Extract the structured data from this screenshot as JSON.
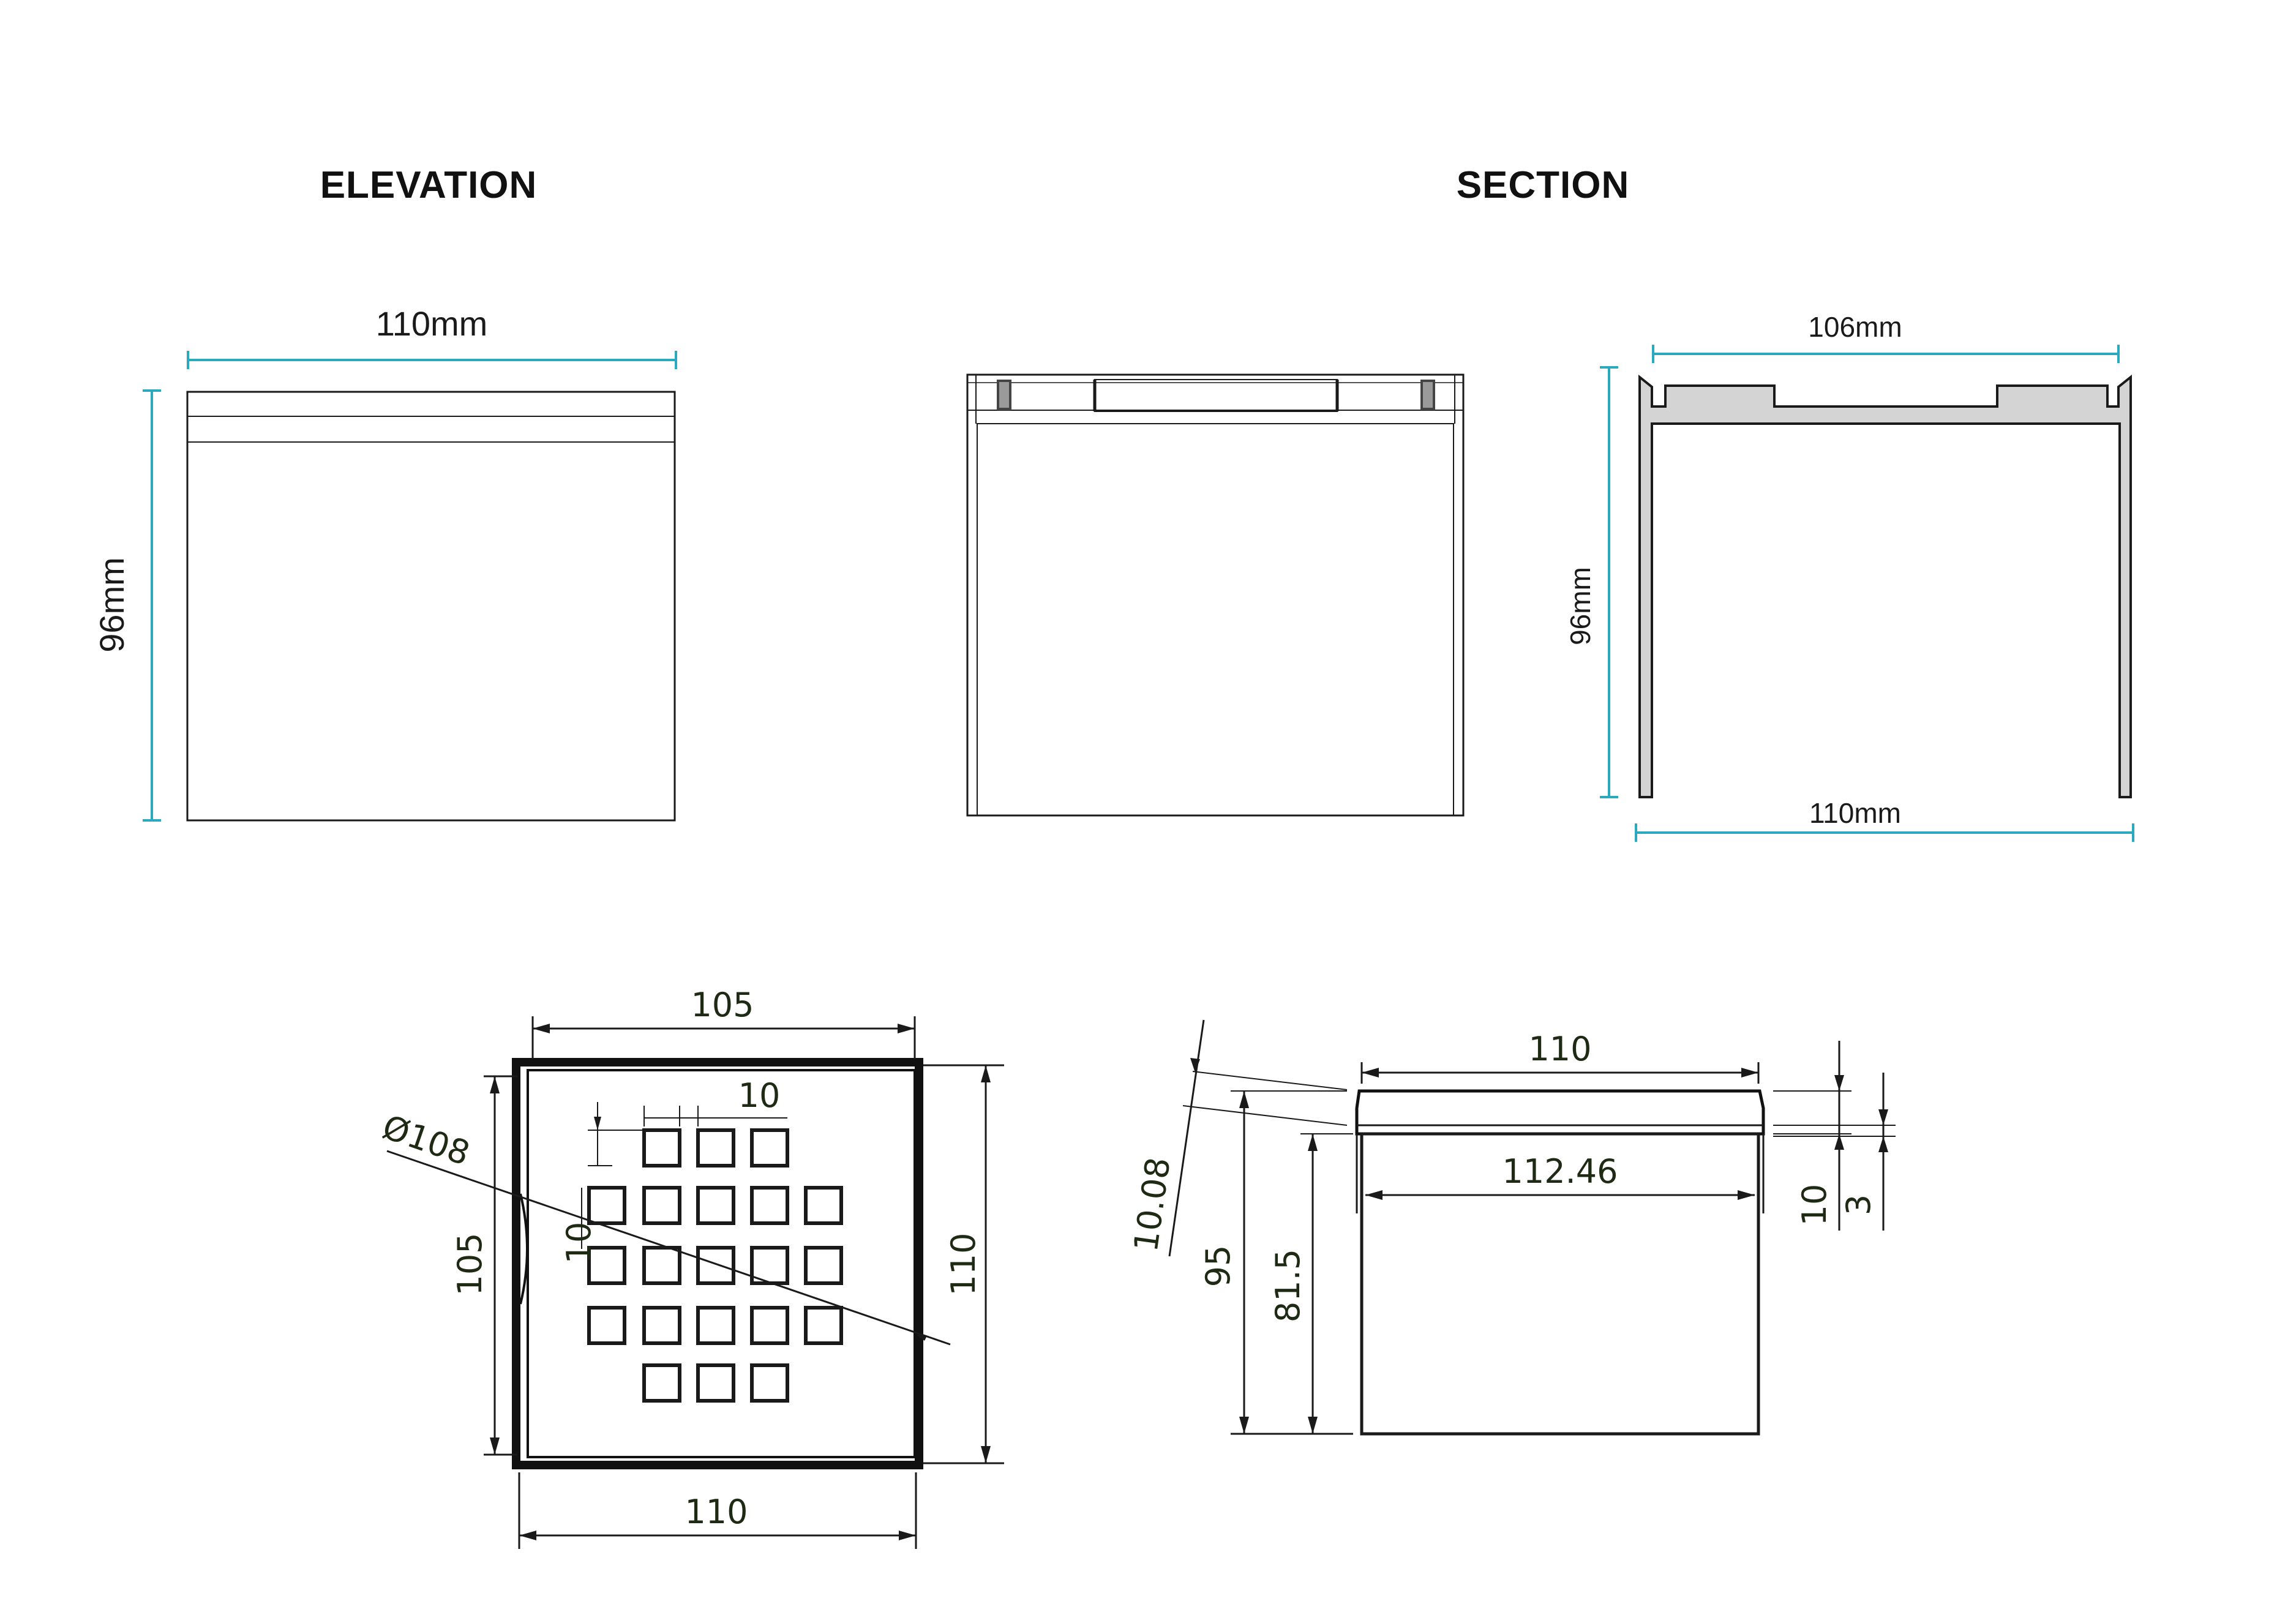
{
  "headings": {
    "elevation": "ELEVATION",
    "section": "SECTION"
  },
  "elevation_view": {
    "width_label": "110mm",
    "height_label": "96mm"
  },
  "section_view": {
    "top_width_label": "106mm",
    "bottom_width_label": "110mm",
    "height_label": "96mm"
  },
  "plan_drawing": {
    "top_dim": "105",
    "bottom_dim": "110",
    "left_dim": "105",
    "right_dim": "110",
    "slot_spacing_dim": "10",
    "slot_height_dim": "10",
    "diameter_dim": "Ø108"
  },
  "side_drawing": {
    "top_width_dim": "110",
    "inner_width_dim": "112.46",
    "slant_dim": "10.08",
    "overall_height_dim": "95",
    "body_height_dim": "81.5",
    "lip_dim": "10",
    "rim_dim": "3"
  },
  "colors": {
    "dimension_line": "#2aa9bf",
    "section_fill": "#d4d4d4",
    "drawing_line": "#1a1a1a"
  }
}
